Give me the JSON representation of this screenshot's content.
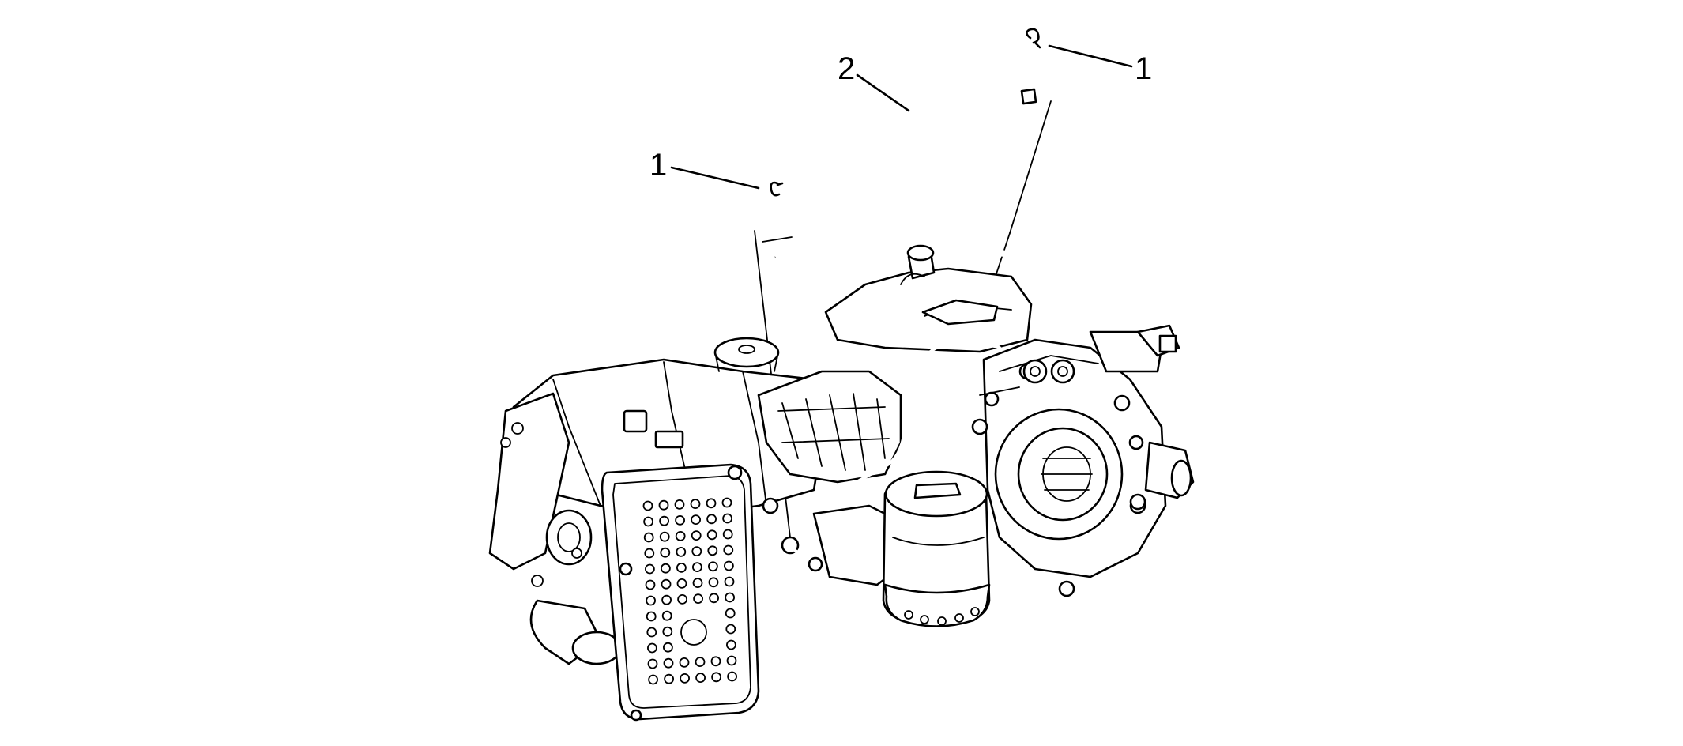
{
  "diagram": {
    "callouts": [
      {
        "id": "clip-right",
        "label": "1"
      },
      {
        "id": "hose",
        "label": "2"
      },
      {
        "id": "clip-left",
        "label": "1"
      }
    ]
  }
}
